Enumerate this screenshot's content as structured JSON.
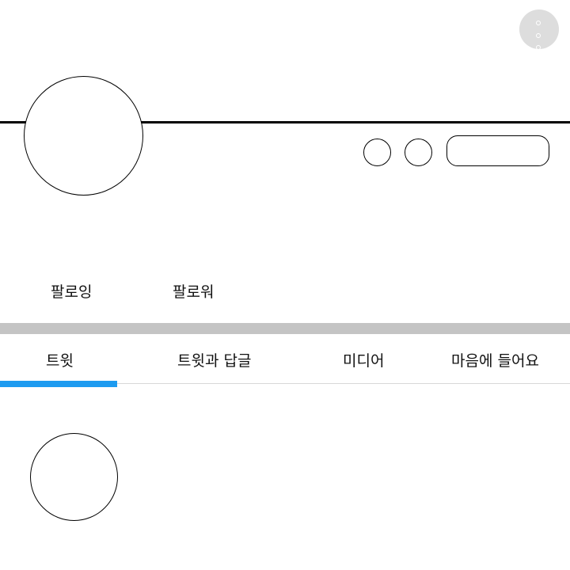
{
  "header": {
    "more_icon": "more-vertical-icon"
  },
  "profile": {
    "following_label": "팔로잉",
    "followers_label": "팔로워"
  },
  "tabs": [
    {
      "label": "트윗",
      "selected": true
    },
    {
      "label": "트윗과 답글",
      "selected": false
    },
    {
      "label": "미디어",
      "selected": false
    },
    {
      "label": "마음에 들어요",
      "selected": false
    }
  ],
  "colors": {
    "accent": "#1d9bf0",
    "separator": "#c4c4c4",
    "more_button_bg": "#dddddd"
  }
}
